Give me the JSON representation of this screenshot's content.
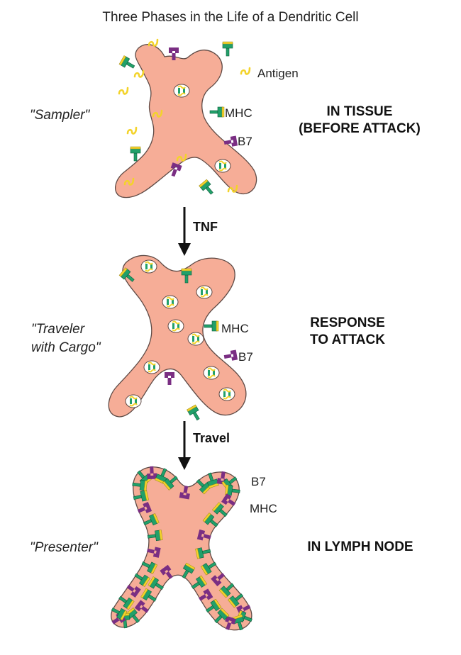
{
  "title": "Three Phases in the Life of a Dendritic Cell",
  "stages": [
    {
      "cell_name": "\"Sampler\"",
      "phase_line1": "IN TISSUE",
      "phase_line2": "(BEFORE ATTACK)",
      "labels": {
        "antigen": "Antigen",
        "mhc": "MHC",
        "b7": "B7"
      }
    },
    {
      "cell_name_line1": "\"Traveler",
      "cell_name_line2": "with Cargo\"",
      "phase_line1": "RESPONSE",
      "phase_line2": "TO ATTACK",
      "labels": {
        "mhc": "MHC",
        "b7": "B7"
      }
    },
    {
      "cell_name": "\"Presenter\"",
      "phase_line1": "IN LYMPH NODE",
      "labels": {
        "b7": "B7",
        "mhc": "MHC"
      }
    }
  ],
  "transitions": [
    "TNF",
    "Travel"
  ],
  "colors": {
    "cell_fill": "#f6ad97",
    "cell_outline": "#5e4a45",
    "mhc_green": "#21a06a",
    "antigen_yellow": "#f3d32b",
    "b7_purple": "#7a2e83"
  }
}
